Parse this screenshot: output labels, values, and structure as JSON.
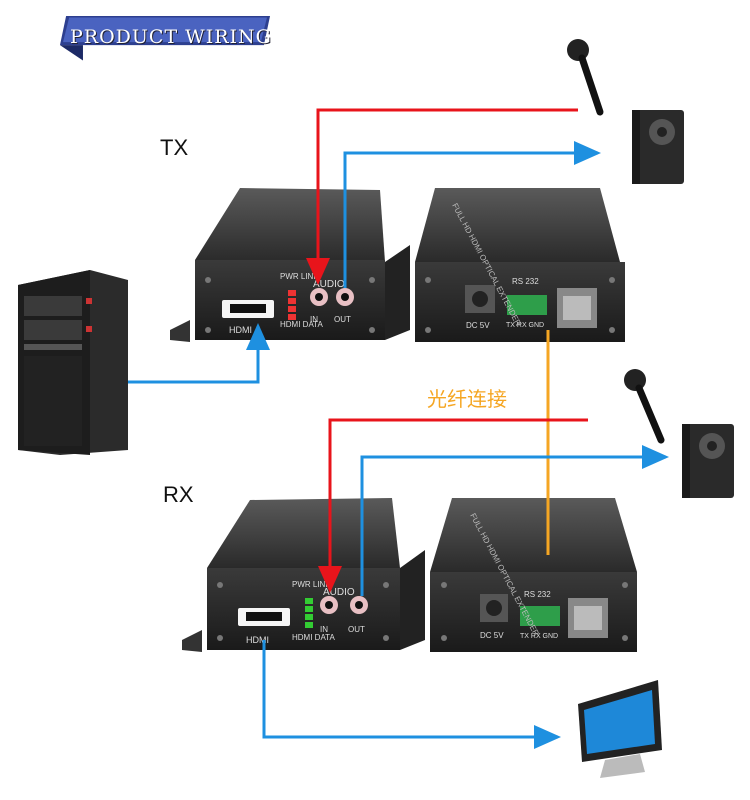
{
  "banner": {
    "title": "PRODUCT WIRING",
    "color": "#4a63c0"
  },
  "tx_label": "TX",
  "rx_label": "RX",
  "fiber_label": "光纤连接",
  "device": {
    "hdmi": "HDMI",
    "status_leds": "PWR LINK",
    "status_leds_bottom": "HDMI DATA",
    "audio": "AUDIO",
    "in": "IN",
    "out": "OUT",
    "dc": "DC 5V",
    "rs232": "RS 232",
    "rs232_pins": "TX RX GND",
    "side_text": "FULL HD HDMI OPTICAL EXTENDER"
  },
  "colors": {
    "audio_in": "#e8141b",
    "audio_out": "#1e90e0",
    "video": "#1e90e0",
    "fiber": "#f5a623"
  },
  "icons": [
    "computer-tower-icon",
    "microphone-icon",
    "speaker-icon",
    "monitor-icon"
  ]
}
